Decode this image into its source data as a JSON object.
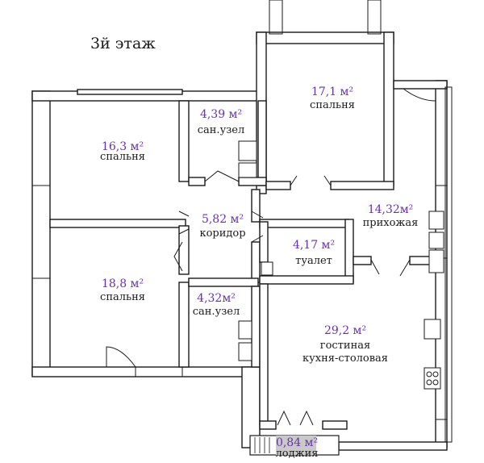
{
  "floor_label": "3й этаж",
  "rooms": [
    {
      "id": "bedroom-1",
      "area": "16,3 м²",
      "name": "спальня"
    },
    {
      "id": "bathroom-1",
      "area": "4,39 м²",
      "name": "сан.узел"
    },
    {
      "id": "bedroom-2",
      "area": "17,1 м²",
      "name": "спальня"
    },
    {
      "id": "corridor",
      "area": "5,82 м²",
      "name": "коридор"
    },
    {
      "id": "hallway",
      "area": "14,32м²",
      "name": "прихожая"
    },
    {
      "id": "toilet",
      "area": "4,17 м²",
      "name": "туалет"
    },
    {
      "id": "bedroom-3",
      "area": "18,8 м²",
      "name": "спальня"
    },
    {
      "id": "bathroom-2",
      "area": "4,32м²",
      "name": "сан.узел"
    },
    {
      "id": "living-kitchen",
      "area": "29,2 м²",
      "name": "гостиная",
      "name2": "кухня-столовая"
    },
    {
      "id": "loggia",
      "area": "0,84 м²",
      "name": "лоджия"
    }
  ],
  "colors": {
    "wall": "#1a1a1a",
    "area_text": "#6a2fb0",
    "loggia_fill": "#c9c9c9",
    "background": "#ffffff"
  }
}
